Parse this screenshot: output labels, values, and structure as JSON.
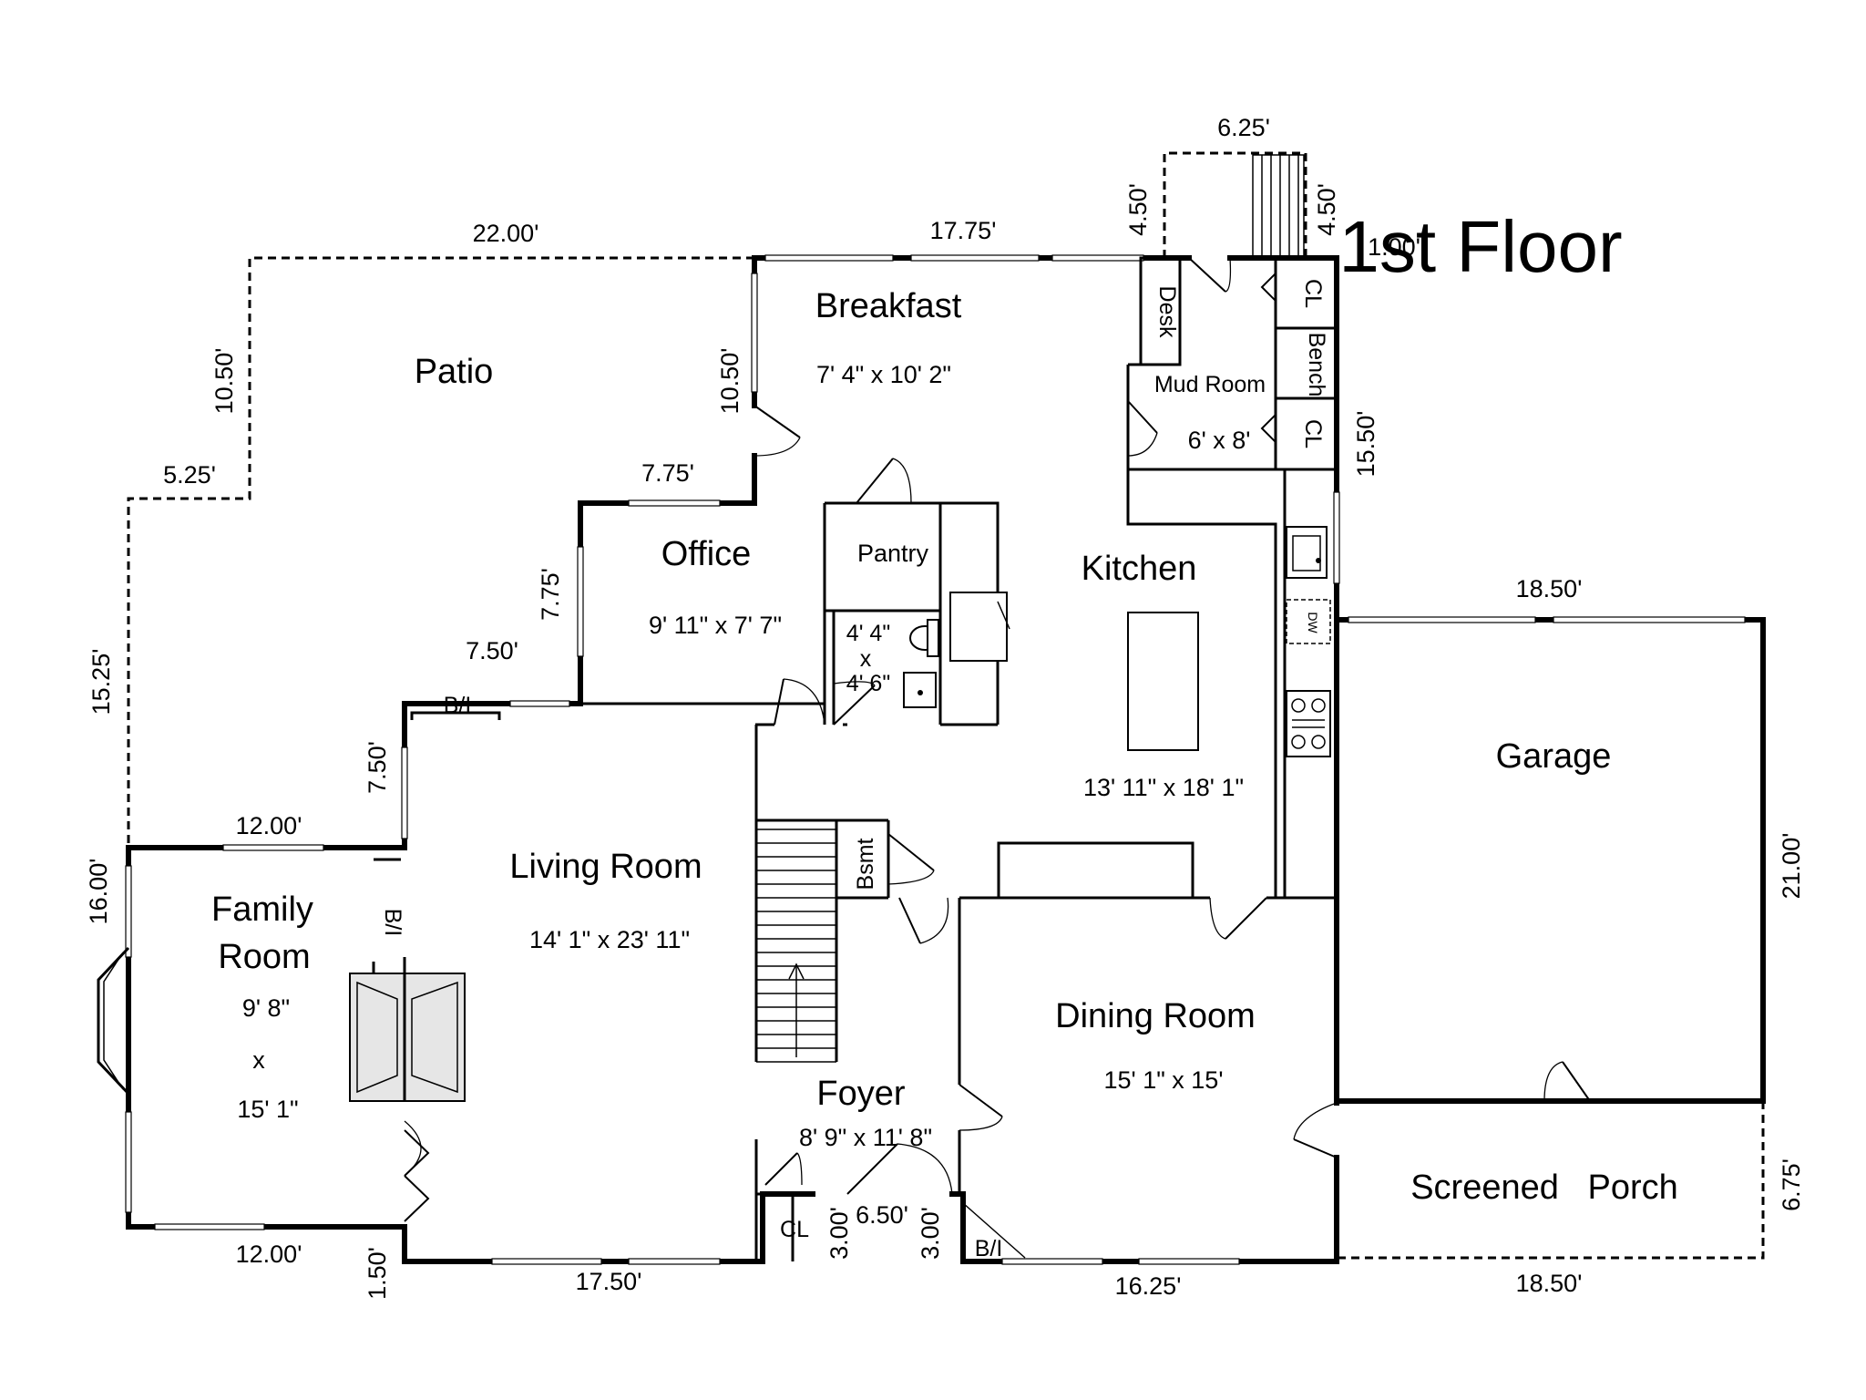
{
  "title": "1st Floor",
  "rooms": {
    "breakfast": {
      "name": "Breakfast",
      "size": "7' 4\" x 10' 2\""
    },
    "patio": {
      "name": "Patio"
    },
    "mud_room": {
      "name": "Mud Room",
      "size": "6' x 8'"
    },
    "office": {
      "name": "Office",
      "size": "9' 11\" x 7' 7\""
    },
    "pantry": {
      "name": "Pantry"
    },
    "bath": {
      "size_line1": "4' 4\"",
      "size_line2": "x",
      "size_line3": "4' 6\""
    },
    "kitchen": {
      "name": "Kitchen",
      "size": "13' 11\" x 18' 1\""
    },
    "garage": {
      "name": "Garage"
    },
    "living_room": {
      "name": "Living Room",
      "size": "14' 1\" x 23' 11\""
    },
    "family_room": {
      "name_line1": "Family",
      "name_line2": "Room",
      "size_line1": "9' 8\"",
      "size_line2": "x",
      "size_line3": "15' 1\""
    },
    "dining_room": {
      "name": "Dining Room",
      "size": "15' 1\" x 15'"
    },
    "foyer": {
      "name": "Foyer",
      "size": "8' 9\" x 11' 8\""
    },
    "screened_porch": {
      "name": "Screened   Porch"
    }
  },
  "labels": {
    "desk": "Desk",
    "bench": "Bench",
    "closet_1": "CL",
    "closet_2": "CL",
    "closet_3": "CL",
    "bsmt": "Bsmt",
    "builtin_living": "B/I",
    "builtin_family": "B/I",
    "builtin_dining": "B/I",
    "dw": "DW"
  },
  "dimensions": {
    "d_6_25": "6.25'",
    "d_4_50_a": "4.50'",
    "d_4_50_b": "4.50'",
    "d_1_00": "1.00'",
    "d_22_00": "22.00'",
    "d_17_75": "17.75'",
    "d_10_50_a": "10.50'",
    "d_10_50_b": "10.50'",
    "d_5_25": "5.25'",
    "d_15_50": "15.50'",
    "d_7_75_a": "7.75'",
    "d_7_75_b": "7.75'",
    "d_15_25": "15.25'",
    "d_7_50_a": "7.50'",
    "d_7_50_b": "7.50'",
    "d_18_50_a": "18.50'",
    "d_12_00_a": "12.00'",
    "d_16_00": "16.00'",
    "d_21_00": "21.00'",
    "d_6_75": "6.75'",
    "d_12_00_b": "12.00'",
    "d_1_50": "1.50'",
    "d_17_50": "17.50'",
    "d_3_00_a": "3.00'",
    "d_6_50": "6.50'",
    "d_3_00_b": "3.00'",
    "d_16_25": "16.25'",
    "d_18_50_b": "18.50'"
  }
}
